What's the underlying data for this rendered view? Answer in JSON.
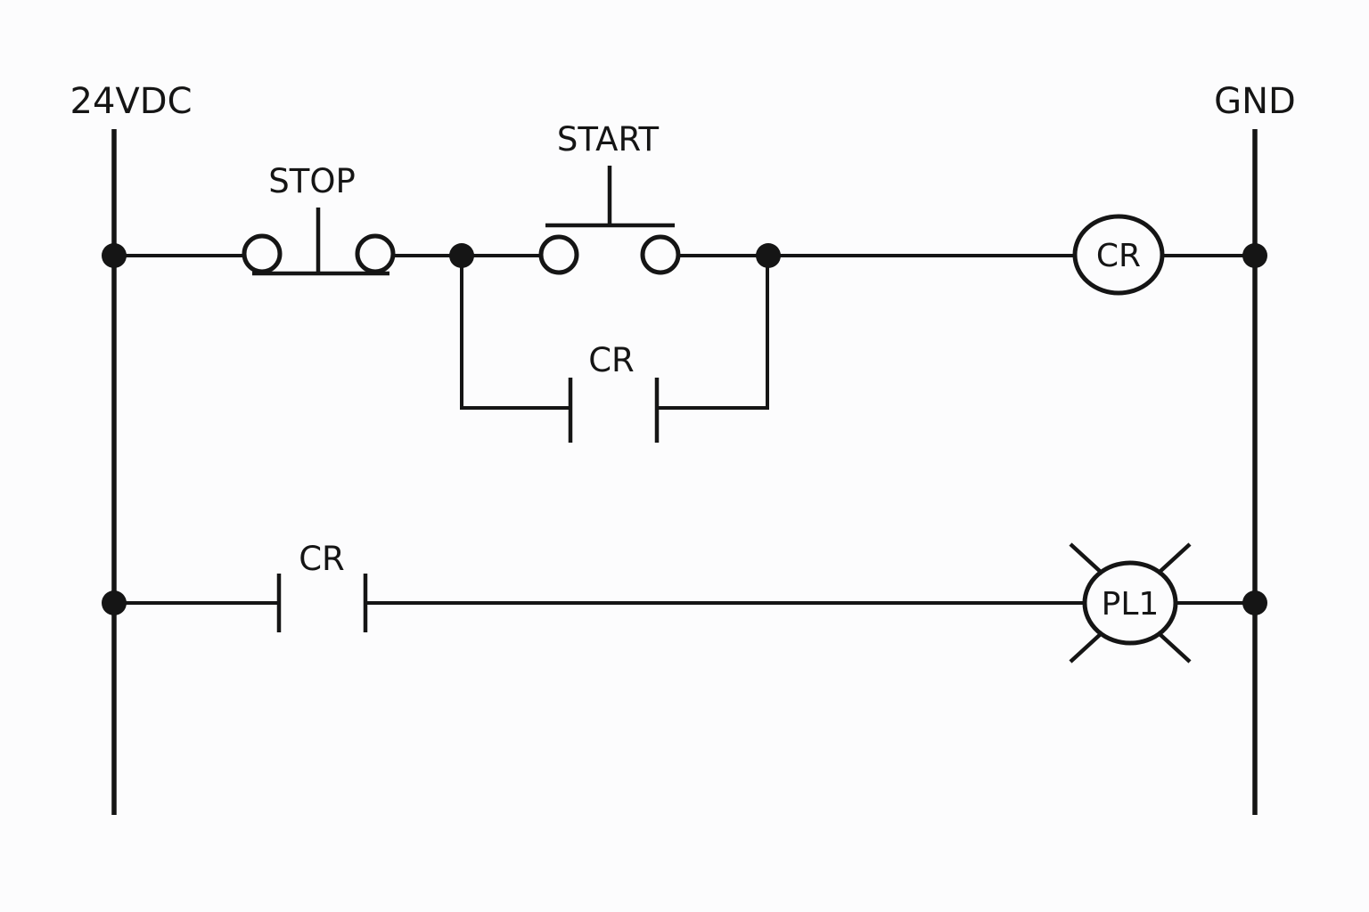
{
  "colors": {
    "background": "#fcfcfd",
    "line": "#151515"
  },
  "rails": {
    "left": {
      "label": "24VDC"
    },
    "right": {
      "label": "GND"
    }
  },
  "rung1": {
    "stop_button": {
      "label": "STOP",
      "symbol": "normally-closed-pushbutton"
    },
    "start_button": {
      "label": "START",
      "symbol": "normally-open-pushbutton"
    },
    "seal_in_contact": {
      "label": "CR",
      "symbol": "normally-open-contact"
    },
    "coil": {
      "label": "CR",
      "symbol": "relay-coil"
    }
  },
  "rung2": {
    "cr_contact": {
      "label": "CR",
      "symbol": "normally-open-contact"
    },
    "pilot_light": {
      "label": "PL1",
      "symbol": "pilot-light-lamp"
    }
  }
}
